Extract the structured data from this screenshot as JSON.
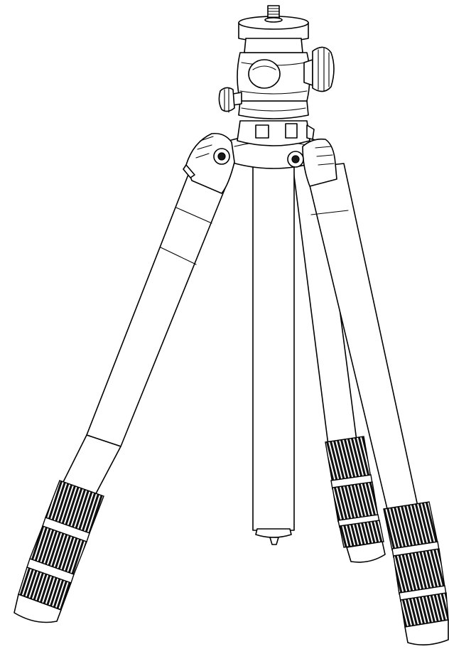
{
  "illustration": {
    "subject": "tripod-with-ball-head",
    "colors": {
      "background": "#ffffff",
      "line": "#000000",
      "grip_fill": "#1a1a1a"
    },
    "parts": [
      {
        "id": "ball-head",
        "icon": "ball-head-icon"
      },
      {
        "id": "center-column",
        "icon": "center-column-icon"
      },
      {
        "id": "leg-left",
        "grip_sections": 3
      },
      {
        "id": "leg-middle",
        "grip_sections": 3
      },
      {
        "id": "leg-right",
        "grip_sections": 3
      }
    ]
  }
}
